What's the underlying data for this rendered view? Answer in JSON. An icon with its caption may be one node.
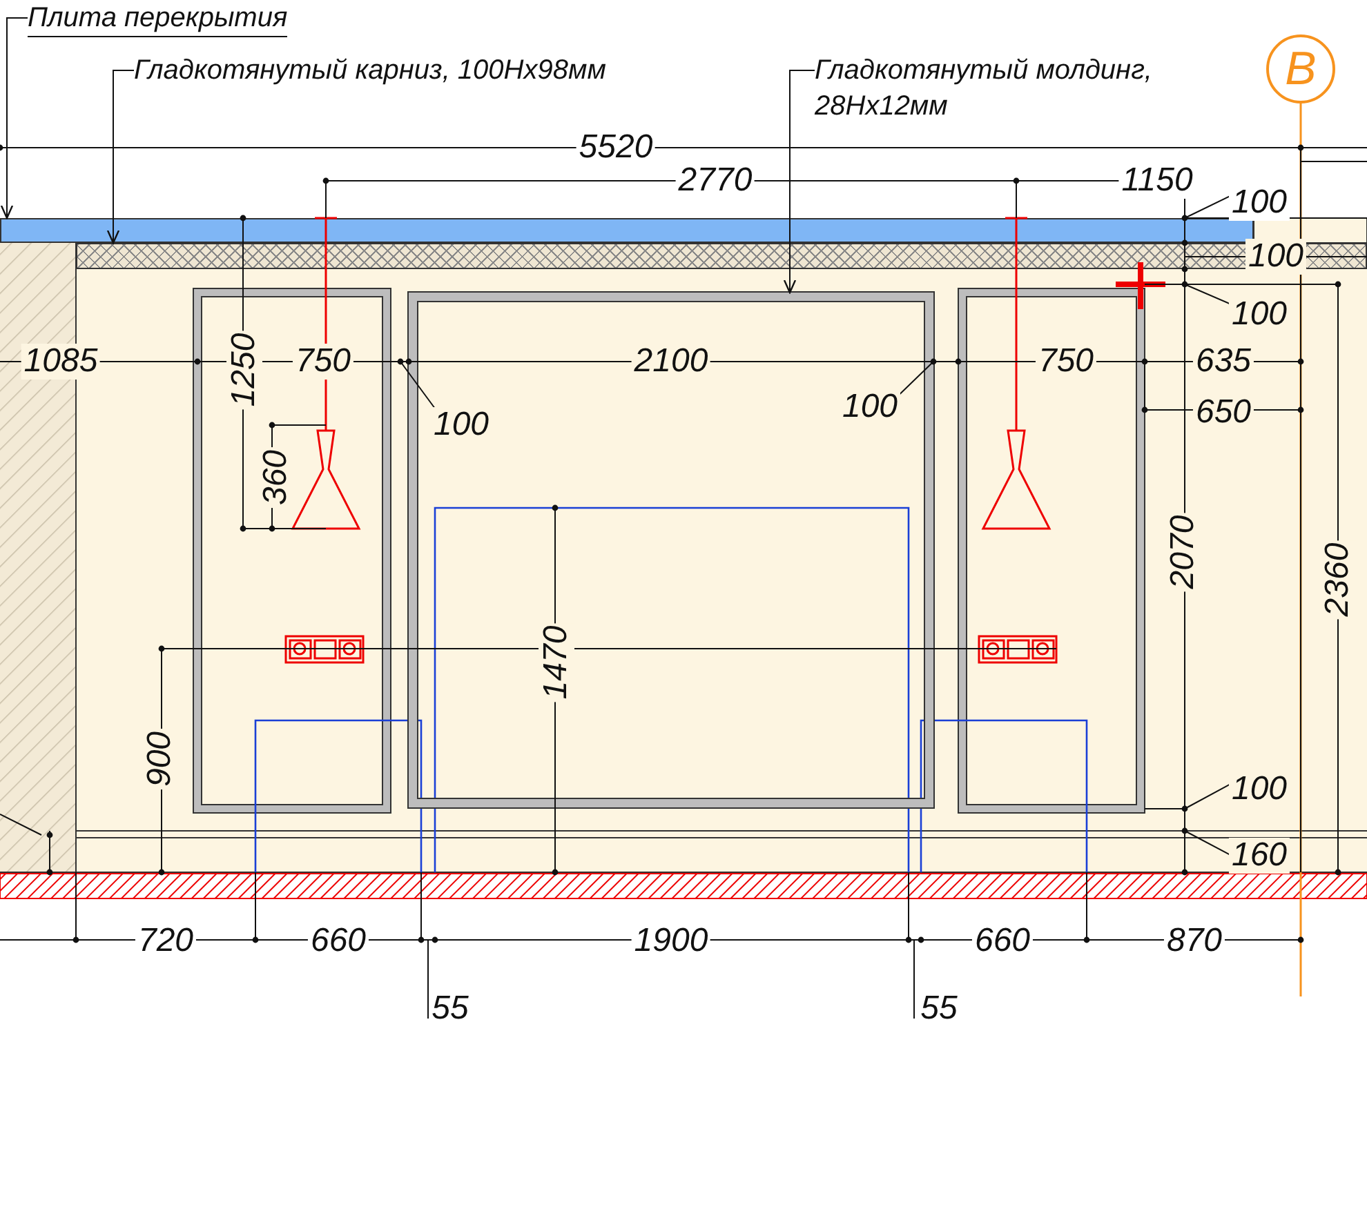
{
  "diagram": {
    "nodes": [
      {
        "text": [
          "Плита перекрытия"
        ]
      },
      {
        "text": [],
        "shape": "bar"
      },
      {
        "text": [
          "Гладкотянутый карниз, 100Нх98мм"
        ]
      },
      {
        "text": [],
        "shape": "bar"
      },
      {
        "text": [
          "Гладкотянутый молдинг, 28Нх12мм"
        ]
      },
      {
        "text": [],
        "shape": "box"
      },
      {
        "text": [
          "В"
        ]
      }
    ],
    "edges": [
      {
        "from": 0,
        "to": 1,
        "arrow": "to"
      },
      {
        "from": 2,
        "to": 3,
        "arrow": "to"
      },
      {
        "from": 4,
        "to": 5,
        "arrow": "to"
      }
    ],
    "labels": [
      "5520",
      "2770",
      "1150",
      "100",
      "100",
      "100",
      "1085",
      "750",
      "2100",
      "750",
      "635",
      "100",
      "100",
      "650",
      "1250",
      "360",
      "2070",
      "2360",
      "1470",
      "900",
      "100",
      "160",
      "720",
      "660",
      "1900",
      "660",
      "870",
      "55",
      "55"
    ]
  }
}
